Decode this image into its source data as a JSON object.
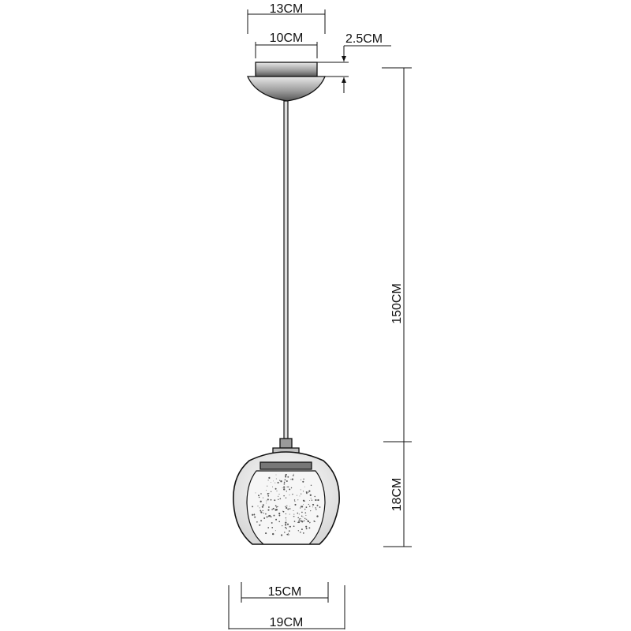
{
  "dimensions": {
    "canopy_outer_width": "13CM",
    "canopy_inner_width": "10CM",
    "canopy_height": "2.5CM",
    "cord_length": "150CM",
    "shade_height": "18CM",
    "inner_shade_width": "15CM",
    "outer_shade_width": "19CM"
  },
  "colors": {
    "line": "#111111",
    "metal": "#bfbfbf",
    "glass": "#e6e6e6"
  }
}
